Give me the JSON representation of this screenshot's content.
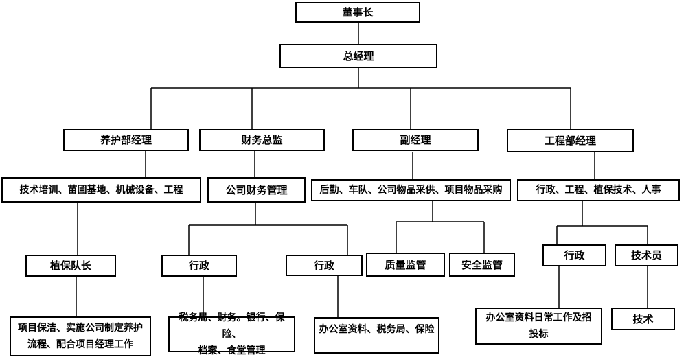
{
  "org_chart": {
    "type": "org-tree",
    "colors": {
      "box_border": "#000000",
      "box_fill": "#ffffff",
      "text": "#000000",
      "line": "#000000",
      "background": "#ffffff"
    },
    "nodes": {
      "chairman": {
        "label": "董事长"
      },
      "general_manager": {
        "label": "总经理"
      },
      "maintenance_manager": {
        "label": "养护部经理"
      },
      "finance_director": {
        "label": "财务总监"
      },
      "deputy_manager": {
        "label": "副经理"
      },
      "engineering_manager": {
        "label": "工程部经理"
      },
      "tech_training": {
        "label": "技术培训、苗圃基地、机械设备、工程"
      },
      "company_finance": {
        "label": "公司财务管理"
      },
      "logistics": {
        "label": "后勤、车队、公司物品采供、项目物品采购"
      },
      "admin_engineering": {
        "label": "行政、工程、植保技术、人事"
      },
      "plant_protection_leader": {
        "label": "植保队长"
      },
      "admin_finance_1": {
        "label": "行政"
      },
      "admin_finance_2": {
        "label": "行政"
      },
      "quality_supervision": {
        "label": "质量监管"
      },
      "safety_supervision": {
        "label": "安全监管"
      },
      "admin_engineering_dept": {
        "label": "行政"
      },
      "technician": {
        "label": "技术员"
      },
      "project_cleaning": {
        "label": "项目保洁、实施公司制定养护\n流程、配合项目经理工作"
      },
      "tax_finance": {
        "label": "税务局、财务。银行、保险、\n档案、食堂管理"
      },
      "office_tax_insurance": {
        "label": "办公室资料、税务局、保险"
      },
      "office_daily_bidding": {
        "label": "办公室资料日常工作及招\n投标"
      },
      "technology": {
        "label": "技术"
      }
    },
    "edges": [
      [
        "chairman",
        "general_manager"
      ],
      [
        "general_manager",
        "maintenance_manager"
      ],
      [
        "general_manager",
        "finance_director"
      ],
      [
        "general_manager",
        "deputy_manager"
      ],
      [
        "general_manager",
        "engineering_manager"
      ],
      [
        "maintenance_manager",
        "tech_training"
      ],
      [
        "tech_training",
        "plant_protection_leader"
      ],
      [
        "plant_protection_leader",
        "project_cleaning"
      ],
      [
        "finance_director",
        "company_finance"
      ],
      [
        "company_finance",
        "admin_finance_1"
      ],
      [
        "company_finance",
        "admin_finance_2"
      ],
      [
        "admin_finance_1",
        "tax_finance"
      ],
      [
        "admin_finance_2",
        "office_tax_insurance"
      ],
      [
        "deputy_manager",
        "logistics"
      ],
      [
        "logistics",
        "quality_supervision"
      ],
      [
        "logistics",
        "safety_supervision"
      ],
      [
        "engineering_manager",
        "admin_engineering"
      ],
      [
        "admin_engineering",
        "admin_engineering_dept"
      ],
      [
        "admin_engineering",
        "technician"
      ],
      [
        "admin_engineering_dept",
        "office_daily_bidding"
      ],
      [
        "technician",
        "technology"
      ]
    ]
  }
}
